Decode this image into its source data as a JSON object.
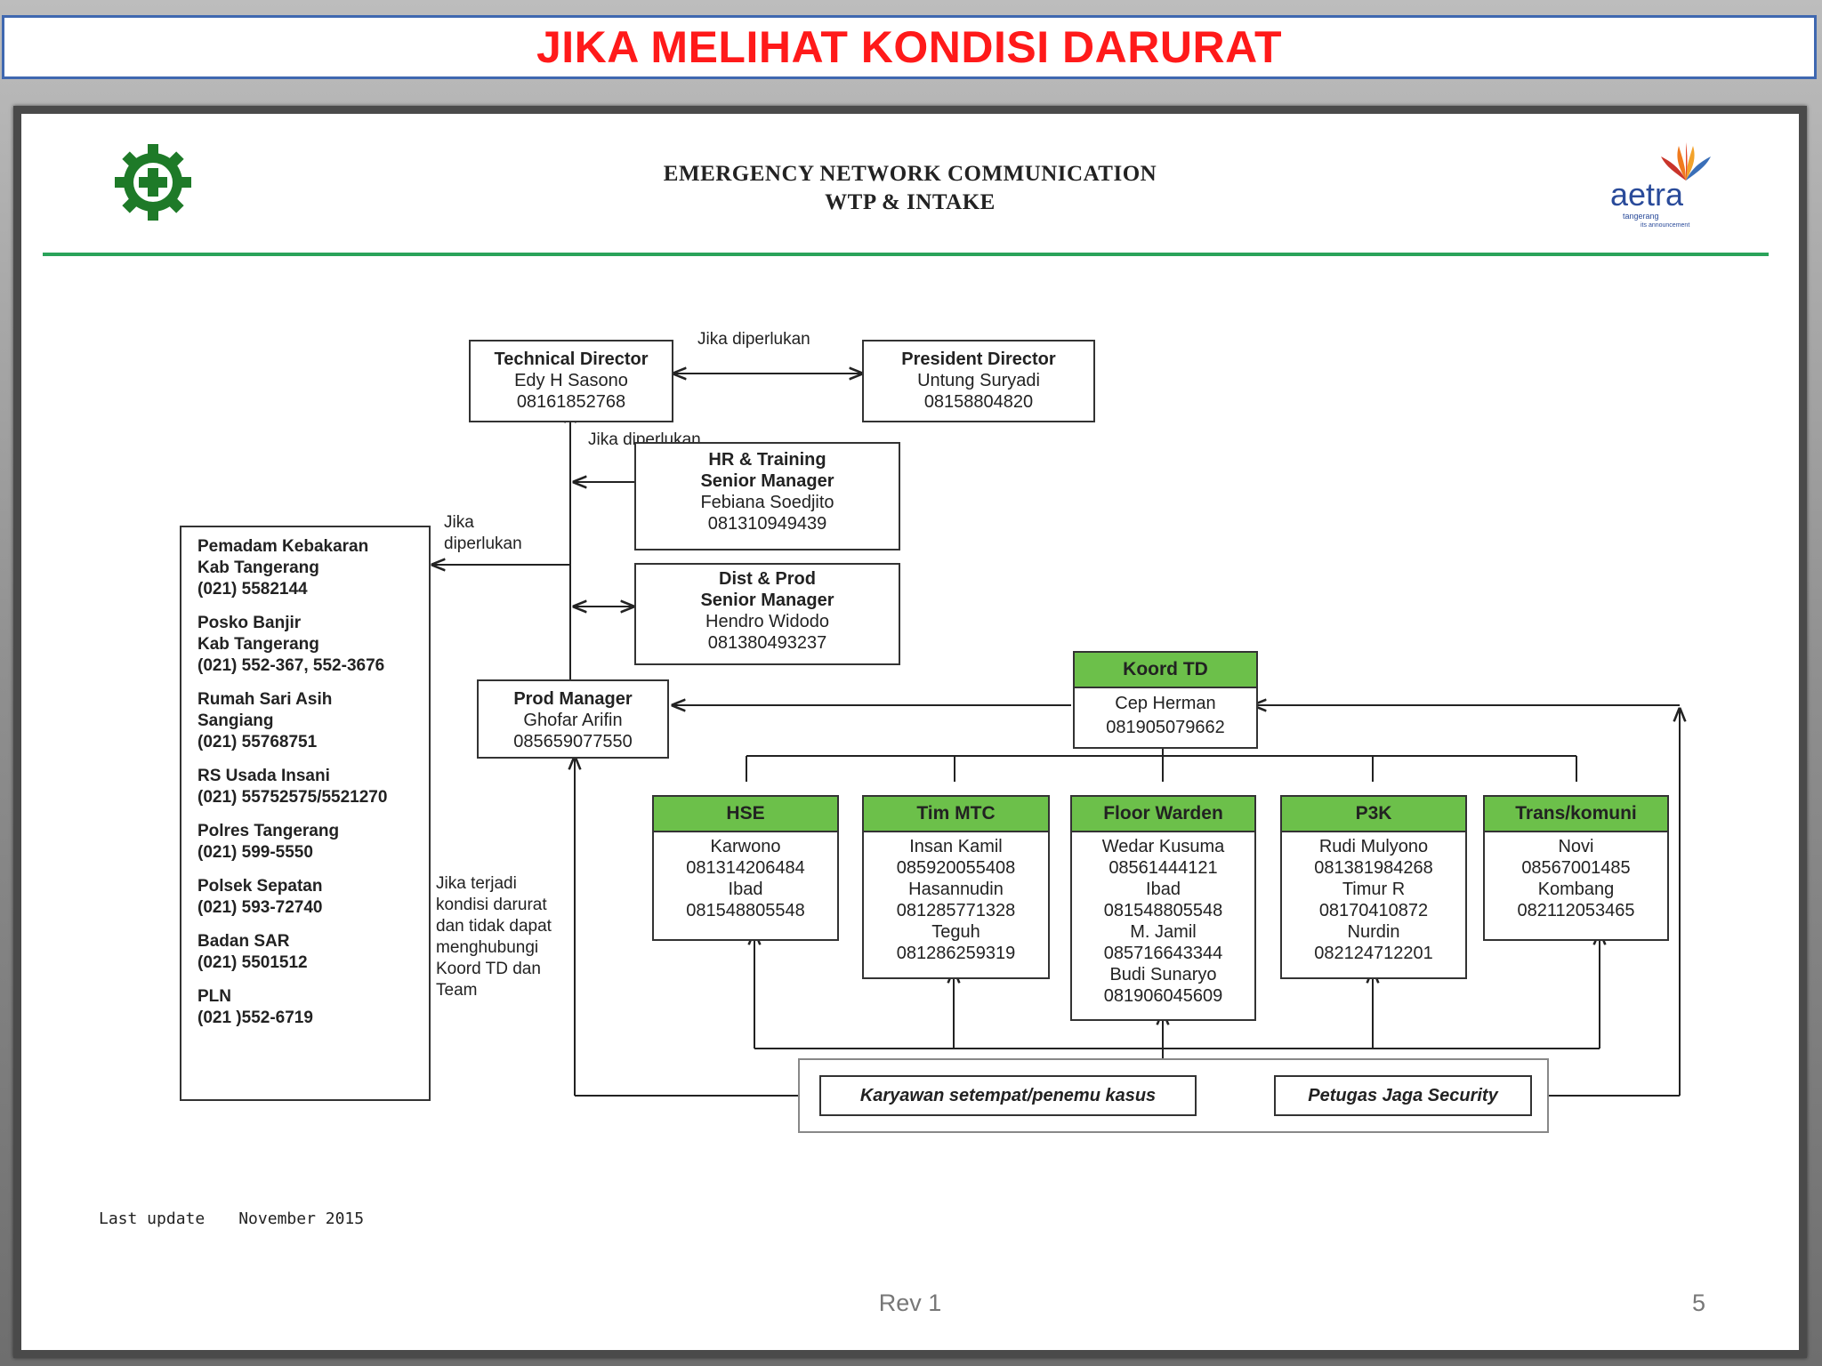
{
  "banner": {
    "title": "JIKA MELIHAT KONDISI DARURAT"
  },
  "header": {
    "title_line1": "EMERGENCY NETWORK  COMMUNICATION",
    "title_line2": "WTP & INTAKE",
    "logo_left_icon": "safety-cross-gear-icon",
    "logo_right": {
      "word": "aetra",
      "sub": "tangerang",
      "sub2": "its announcement"
    }
  },
  "colors": {
    "banner_text": "#ff1a1a",
    "banner_border": "#3f68b0",
    "header_green": "#6cc04a",
    "rule_green": "#2aa35a"
  },
  "nodes": {
    "technical_director": {
      "role": "Technical Director",
      "name": "Edy H Sasono",
      "phone": "08161852768"
    },
    "president_director": {
      "role": "President Director",
      "name": "Untung Suryadi",
      "phone": "08158804820"
    },
    "hr_training": {
      "role1": "HR & Training",
      "role2": "Senior Manager",
      "name": "Febiana Soedjito",
      "phone": "081310949439"
    },
    "dist_prod": {
      "role1": "Dist & Prod",
      "role2": "Senior Manager",
      "name": "Hendro Widodo",
      "phone": "081380493237"
    },
    "prod_manager": {
      "role": "Prod  Manager",
      "name": "Ghofar Arifin",
      "phone": "085659077550"
    },
    "koord_td": {
      "title": "Koord TD",
      "name": "Cep Herman",
      "phone": "081905079662"
    },
    "hse": {
      "title": "HSE",
      "lines": [
        "Karwono",
        "081314206484",
        "Ibad",
        "081548805548"
      ]
    },
    "tim_mtc": {
      "title": "Tim  MTC",
      "lines": [
        "Insan Kamil",
        "085920055408",
        "Hasannudin",
        "081285771328",
        "Teguh",
        "081286259319"
      ]
    },
    "floor_warden": {
      "title": "Floor Warden",
      "lines": [
        "Wedar Kusuma",
        "08561444121",
        "Ibad",
        "081548805548",
        "M. Jamil",
        "085716643344",
        "Budi Sunaryo",
        "081906045609"
      ]
    },
    "p3k": {
      "title": "P3K",
      "lines": [
        "Rudi Mulyono",
        "081381984268",
        "Timur R",
        "08170410872",
        "Nurdin",
        "082124712201"
      ]
    },
    "trans_komuni": {
      "title": "Trans/komuni",
      "lines": [
        "Novi",
        "08567001485",
        "Kombang",
        "082112053465"
      ]
    },
    "karyawan": {
      "label": "Karyawan setempat/penemu kasus"
    },
    "security": {
      "label": "Petugas Jaga Security"
    }
  },
  "notes": {
    "jika_top": "Jika diperlukan",
    "jika_mid": "Jika diperlukan",
    "jika_left_1": "Jika",
    "jika_left_2": "diperlukan",
    "darurat": [
      "Jika terjadi",
      "kondisi darurat",
      "dan tidak dapat",
      "menghubungi",
      "Koord TD dan",
      "Team"
    ]
  },
  "external_contacts": [
    {
      "lines": [
        "Pemadam Kebakaran",
        "Kab Tangerang",
        "(021) 5582144"
      ]
    },
    {
      "lines": [
        "Posko Banjir",
        "Kab Tangerang",
        "(021) 552-367, 552-3676"
      ]
    },
    {
      "lines": [
        "Rumah Sari Asih",
        "Sangiang",
        "(021) 55768751"
      ]
    },
    {
      "lines": [
        "RS Usada Insani",
        "(021) 55752575/5521270"
      ]
    },
    {
      "lines": [
        "Polres Tangerang",
        "(021)  599-5550"
      ]
    },
    {
      "lines": [
        "Polsek Sepatan",
        "(021) 593-72740"
      ]
    },
    {
      "lines": [
        "Badan SAR",
        "(021) 5501512"
      ]
    },
    {
      "lines": [
        "PLN",
        "(021 )552-6719"
      ]
    }
  ],
  "footer": {
    "last_update_label": "Last update",
    "last_update_value": "November 2015",
    "rev": "Rev 1",
    "page": "5"
  }
}
